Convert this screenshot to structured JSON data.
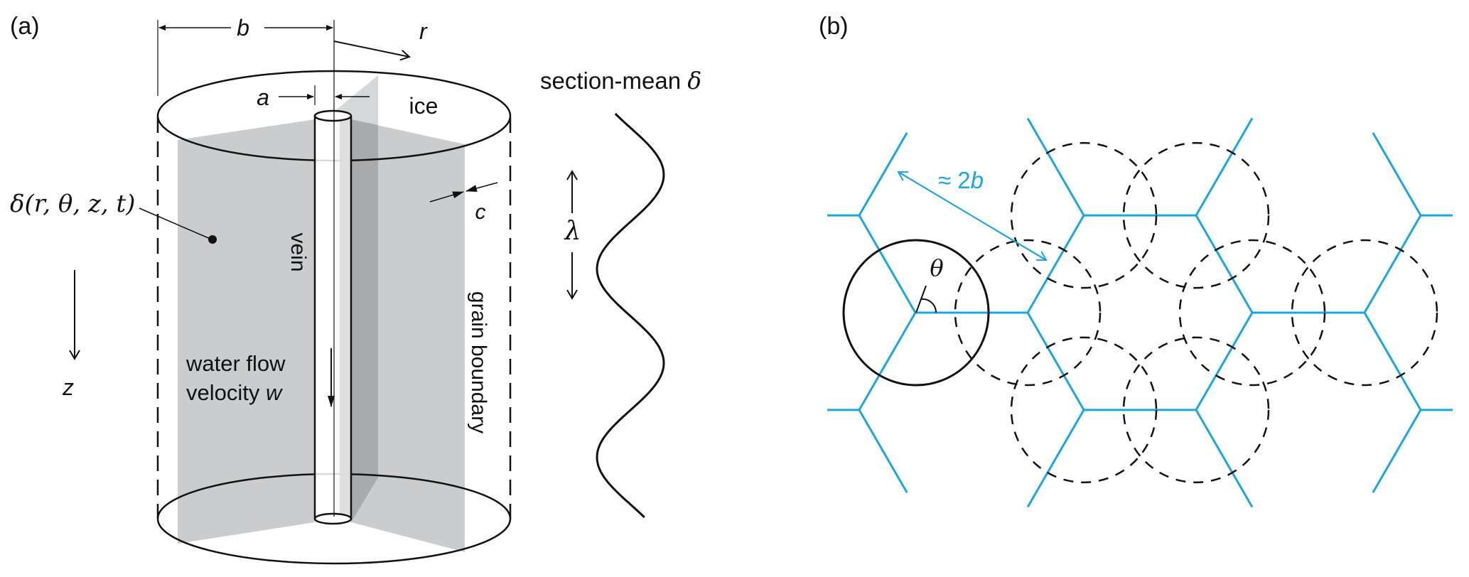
{
  "panel_a": {
    "label": "(a)",
    "dim_b": "b",
    "dim_a": "a",
    "axis_r": "r",
    "axis_z": "z",
    "label_ice": "ice",
    "label_c": "c",
    "label_vein": "vein",
    "label_grain_boundary": "grain boundary",
    "label_water_flow_line1": "water flow",
    "label_water_flow_line2_prefix": "velocity ",
    "label_water_flow_line2_var": "w",
    "label_delta_func": "δ(r, θ, z, t)",
    "label_section_mean": "section-mean ",
    "label_section_mean_symbol": "δ",
    "label_wavelength": "λ"
  },
  "panel_b": {
    "label": "(b)",
    "label_spacing_prefix": "≈ 2",
    "label_spacing_var": "b",
    "label_angle": "θ"
  },
  "colors": {
    "grain_boundary_blue": "#1aa6e0",
    "plane_gray": "#cbcccd",
    "plane_dark_gray": "#a9aaab",
    "ink": "#111111"
  }
}
